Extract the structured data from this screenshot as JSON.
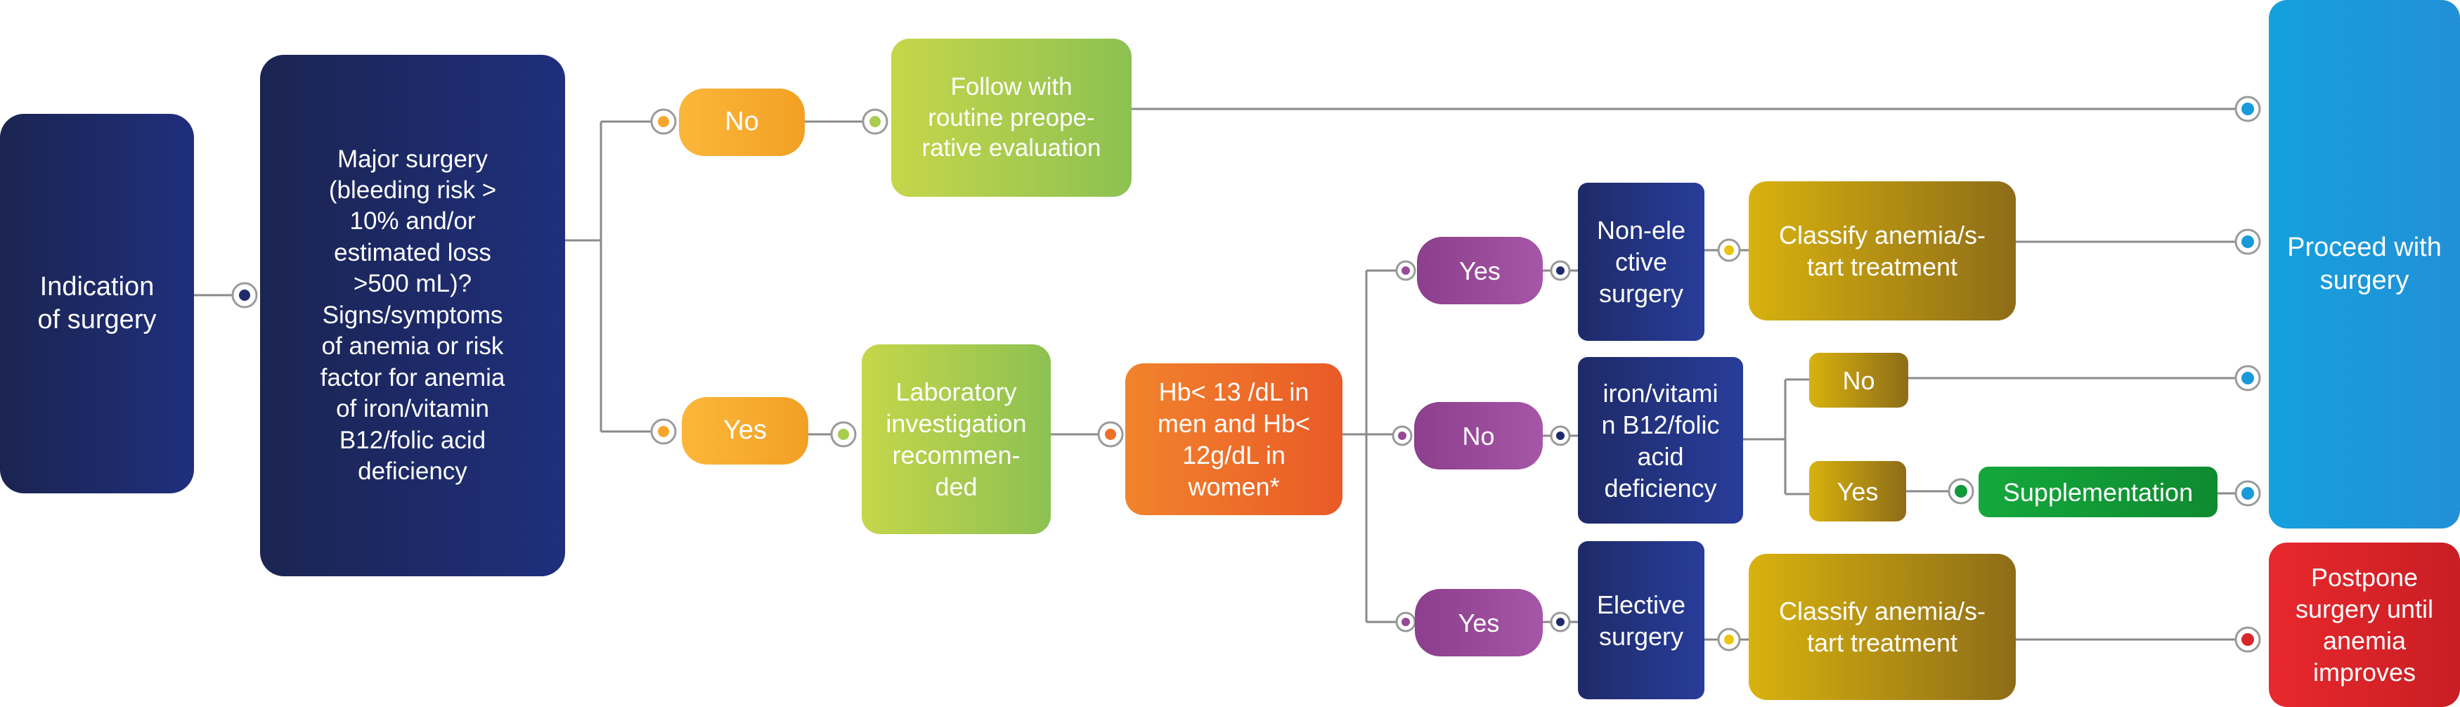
{
  "diagram": {
    "indication": "Indication\nof surgery",
    "major_surgery": "Major surgery\n(bleeding risk >\n10% and/or\nestimated loss\n>500 mL)?\nSigns/symptoms\nof anemia or risk\nfactor for anemia\nof iron/vitamin\nB12/folic acid\ndeficiency",
    "no_top": "No",
    "follow_routine": "Follow with\nroutine preope-\nrative evaluation",
    "yes_main": "Yes",
    "lab_investigation": "Laboratory\ninvestigation\nrecommen-\nded",
    "hb_criteria": "Hb< 13 /dL in\nmen and Hb<\n12g/dL in\nwomen*",
    "yes_upper": "Yes",
    "no_middle": "No",
    "yes_lower": "Yes",
    "non_elective": "Non-ele\nctive\nsurgery",
    "iron_deficiency": "iron/vitami\nn B12/folic\nacid\ndeficiency",
    "elective": "Elective\nsurgery",
    "classify_upper": "Classify anemia/s-\ntart treatment",
    "classify_lower": "Classify anemia/s-\ntart treatment",
    "deficiency_no": "No",
    "deficiency_yes": "Yes",
    "supplementation": "Supplementation",
    "proceed": "Proceed with\nsurgery",
    "postpone": "Postpone\nsurgery until\nanemia\nimproves"
  },
  "colors": {
    "connector_line": "#8a8a8a",
    "navy": "#1f2b6b",
    "orange": "#f6a52c",
    "lime_green": "#a9cd4f",
    "hb_orange": "#ee6e29",
    "purple": "#964a97",
    "gold": "#c9a411",
    "bright_green": "#12993a",
    "blue": "#1a9ad9",
    "red": "#d8262b"
  }
}
